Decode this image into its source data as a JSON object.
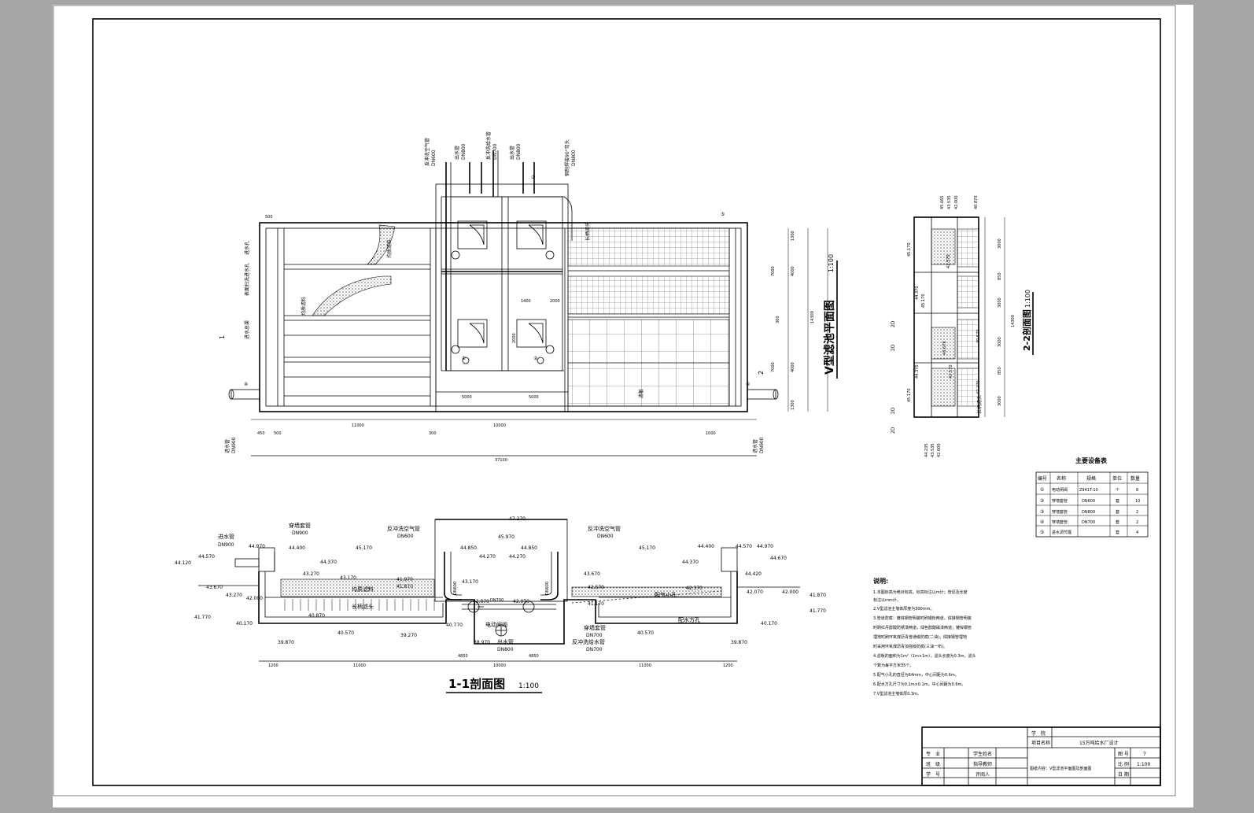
{
  "plan": {
    "title": "V型滤池平面图",
    "scale": "1:100",
    "pipes_top": [
      {
        "name": "反冲洗空气管",
        "size": "DN600"
      },
      {
        "name": "出水管",
        "size": "DN800"
      },
      {
        "name": "反冲洗给水管",
        "size": "DN700"
      },
      {
        "name": "出水管",
        "size": "DN800"
      },
      {
        "name": "钢制焊接90°弯头",
        "size": "DN800"
      }
    ],
    "labels": {
      "inlet_hole": "进水孔",
      "surface_sweep_hole": "表面扫洗进水孔",
      "inlet_weir": "进水总渠",
      "media_1": "均质滤料",
      "media_2": "均质滤料",
      "nozzle": "长柄滤头",
      "filter_plate": "滤板",
      "inlet_pipe_left": "进水管",
      "inlet_pipe_left_size": "DN900",
      "inlet_pipe_right": "进水管",
      "inlet_pipe_right_size": "DN900",
      "section_mark_1": "1",
      "section_mark_2": "2"
    },
    "dimensions": {
      "d500_top": "500",
      "d450": "450",
      "d500": "500",
      "d11000": "11000",
      "d300": "300",
      "d10000": "10000",
      "d1000": "1000",
      "d37100": "37100",
      "d5000a": "5000",
      "d5000b": "5000",
      "d1400": "1400",
      "d2000a": "2000",
      "d2000b": "2000",
      "d1300a": "1300",
      "d7000a": "7000",
      "d4000a": "4000",
      "d300v": "300",
      "d14300": "14300",
      "d4000b": "4000",
      "d7000b": "7000",
      "d1300b": "1300"
    },
    "markers": [
      "④",
      "⑤",
      "①",
      "②",
      "③",
      "④"
    ]
  },
  "section22": {
    "title": "2-2剖面图",
    "scale": "1:100",
    "elevations": {
      "e45665": "45.665",
      "e43535": "43.535",
      "e42000": "42.000",
      "e40870": "40.870",
      "e45170a": "45.170",
      "e42570a": "42.570",
      "e44370a": "44.370",
      "e45170m": "45.170",
      "e43670": "43.670",
      "e42570b": "42.570",
      "e44370b": "44.370",
      "e42270": "42.270",
      "e40570": "40.570",
      "e45170b": "45.170",
      "e44235": "44.235",
      "e43535b": "43.535",
      "e42000b": "42.000"
    },
    "dims": {
      "d3000a": "3000",
      "d850a": "850",
      "d3000b": "3000",
      "d14300": "14300",
      "d3000c": "3000",
      "d850b": "850",
      "d3000d": "3000"
    },
    "labels": {
      "nozzle": "长柄滤头",
      "mark_a": "2D",
      "mark_b": "2D",
      "mark_c": "2D",
      "mark_d": "2D"
    }
  },
  "equipment_table": {
    "title": "主要设备表",
    "headers": [
      "编号",
      "名称",
      "规格",
      "单位",
      "数量"
    ],
    "rows": [
      [
        "①",
        "电动闸阀",
        "Z941T-10",
        "个",
        "8"
      ],
      [
        "②",
        "穿墙套管",
        "DN600",
        "套",
        "10"
      ],
      [
        "③",
        "穿墙套管",
        "DN800",
        "套",
        "2"
      ],
      [
        "④",
        "穿墙套管",
        "DN700",
        "套",
        "2"
      ],
      [
        "⑤",
        "进水调节堰",
        "",
        "套",
        "4"
      ]
    ]
  },
  "section11": {
    "title": "1-1剖面图",
    "scale": "1:100",
    "labels": {
      "inlet_pipe": "进水管",
      "inlet_size": "DN900",
      "sleeve": "穿墙套管",
      "sleeve_size": "DN900",
      "air_left": "反冲洗空气管",
      "air_left_size": "DN600",
      "air_right": "反冲洗空气管",
      "air_right_size": "DN600",
      "media": "均质滤料",
      "nozzle": "长柄滤头",
      "valve": "电动闸阀",
      "outlet": "出水管",
      "outlet_size": "DN800",
      "sleeve2": "穿墙套管",
      "sleeve2_size": "DN700",
      "water_pipe": "反冲洗给水管",
      "water_pipe_size": "DN700",
      "air_hole": "配气小孔",
      "water_hole": "配水方孔",
      "dn600a": "DN600",
      "dn700": "DN700",
      "dn600b": "DN600"
    },
    "elevations": {
      "e47270": "47.270",
      "e45970": "45.970",
      "e44970l": "44.970",
      "e44400l": "44.400",
      "e44570l": "44.570",
      "e44120": "44.120",
      "e45170l": "45.170",
      "e44370l": "44.370",
      "e43270l": "43.270",
      "e43170l": "43.170",
      "e43670l": "43.670",
      "e43270b": "43.270",
      "e42000l": "42.000",
      "e41770l": "41.770",
      "e40170l": "40.170",
      "e40870": "40.870",
      "e40570l": "40.570",
      "e39870l": "39.870",
      "e44850a": "44.850",
      "e44270a": "44.270",
      "e44850b": "44.850",
      "e44270b": "44.270",
      "e41970": "41.970",
      "e41870": "41.870",
      "e43170m": "43.170",
      "e42070m": "42.070",
      "e42070n": "42.070",
      "e39270": "39.270",
      "e40770": "40.770",
      "e38970": "38.970",
      "e44400r": "44.400",
      "e44570r": "44.570",
      "e44970r": "44.970",
      "e44670": "44.670",
      "e44420": "44.420",
      "e45170r": "45.170",
      "e44370r": "44.370",
      "e43670r": "43.670",
      "e42570": "42.570",
      "e42370": "42.370",
      "e41170": "41.170",
      "e42070r": "42.070",
      "e42000r": "42.000",
      "e41870r": "41.870",
      "e41770r": "41.770",
      "e40170r": "40.170",
      "e40570r": "40.570",
      "e39870r": "39.870"
    },
    "dims": [
      "1200",
      "11000",
      "4850",
      "10000",
      "4850",
      "11000",
      "1200"
    ]
  },
  "notes": {
    "title": "说明:",
    "lines": [
      "1.本图标高为绝对标高，标高标注以m计；管径及长度",
      "标注以mm计。",
      "2.V型滤池主墙体厚度为300mm。",
      "3.管道防腐：镀锌钢管明装时刷银粉两道，焊接钢管明装",
      "时刷红丹醇酸防锈漆两道，绿色醇酸磁漆两道；镀锌钢管",
      "埋地时刷环氧煤沥青普通级防腐(二油)；焊接钢管埋地",
      "时采用环氧煤沥青加强级防腐(三油一布)。",
      "4.滤板的面积为1m²（1m×1m），滤头长度为0.3m，滤头",
      "个数为每平方米35个。",
      "5.配气小孔的直径为64mm，中心间距为0.6m。",
      "6.配水方孔尺寸为0.1m×0.1m，中心间距为0.6m。",
      "7.V型滤池主墙体厚0.3m。"
    ]
  },
  "title_block": {
    "college_label": "学　院",
    "project_label": "项目名称",
    "project_value": "15万吨给水厂设计",
    "major_label": "专　业",
    "student_label": "学生姓名",
    "drawing_no_label": "图 号",
    "drawing_no_value": "7",
    "class_label": "班　级",
    "teacher_label": "指导教师",
    "content_label": "图纸内容：V型滤池平面图及剖面图",
    "scale_label": "比 例",
    "scale_value": "1:100",
    "student_no_label": "学　号",
    "reviewer_label": "评阅人",
    "date_label": "日 期"
  }
}
